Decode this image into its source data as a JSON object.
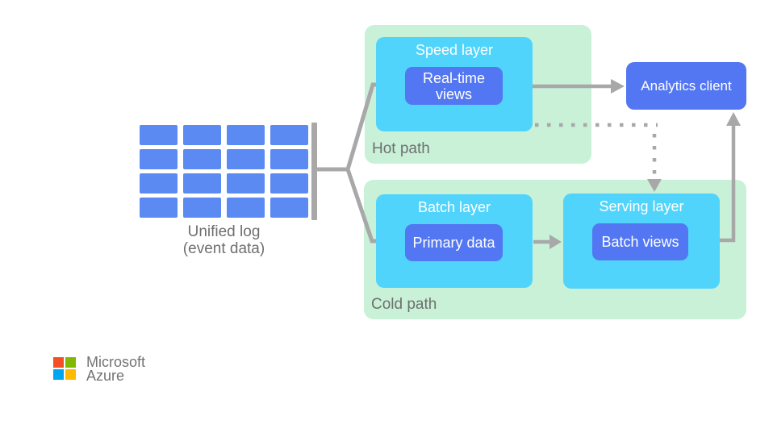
{
  "colors": {
    "container_green": "#c8f1d8",
    "node_cyan": "#50d4fb",
    "node_blue": "#5377f2",
    "grid_blue": "#5b8af3",
    "line_gray": "#a8a8a8",
    "label_gray": "#6f6f6f",
    "logo_red": "#f25022",
    "logo_green": "#7fba00",
    "logo_blue": "#00a4ef",
    "logo_yellow": "#ffb900",
    "logo_text": "#737373"
  },
  "unified_log": {
    "cells": 16,
    "caption_line1": "Unified log",
    "caption_line2": "(event data)"
  },
  "hot_path": {
    "label": "Hot path",
    "speed_layer": {
      "title": "Speed layer",
      "view_line1": "Real-time",
      "view_line2": "views"
    }
  },
  "cold_path": {
    "label": "Cold path",
    "batch_layer": {
      "title": "Batch layer",
      "data_label": "Primary data"
    },
    "serving_layer": {
      "title": "Serving layer",
      "views_label": "Batch views"
    }
  },
  "analytics_client": {
    "label": "Analytics client"
  },
  "logo": {
    "line1": "Microsoft",
    "line2": "Azure"
  }
}
